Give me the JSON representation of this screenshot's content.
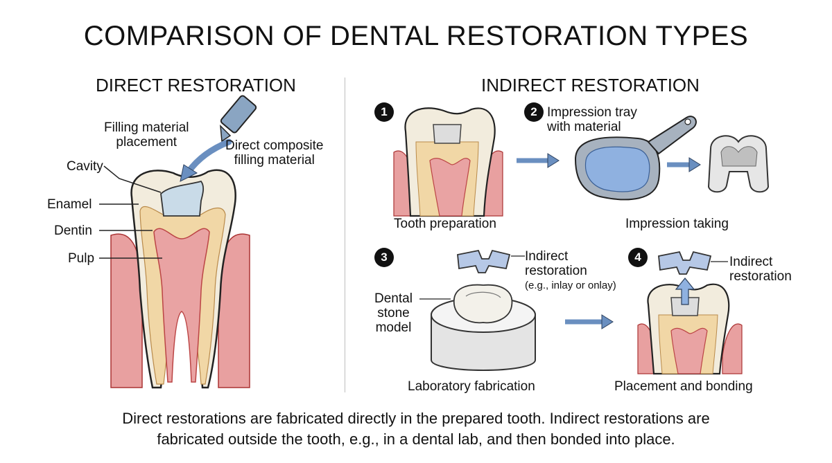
{
  "title": "COMPARISON OF DENTAL RESTORATION TYPES",
  "direct": {
    "heading": "DIRECT RESTORATION",
    "labels": {
      "filling_placement_1": "Filling material",
      "filling_placement_2": "placement",
      "composite_1": "Direct composite",
      "composite_2": "filling material",
      "cavity": "Cavity",
      "enamel": "Enamel",
      "dentin": "Dentin",
      "pulp": "Pulp"
    }
  },
  "indirect": {
    "heading": "INDIRECT RESTORATION",
    "steps": [
      {
        "number": "1",
        "caption": "Tooth preparation"
      },
      {
        "number": "2",
        "caption": "Impression taking",
        "note_1": "Impression tray",
        "note_2": "with material"
      },
      {
        "number": "3",
        "caption": "Laboratory fabrication",
        "model_1": "Dental",
        "model_2": "stone",
        "model_3": "model",
        "resto_1": "Indirect",
        "resto_2": "restoration",
        "resto_3": "(e.g., inlay or onlay)"
      },
      {
        "number": "4",
        "caption": "Placement and bonding",
        "resto_1": "Indirect",
        "resto_2": "restoration"
      }
    ]
  },
  "footer": {
    "line1": "Direct restorations are fabricated directly in the prepared tooth. Indirect restorations are",
    "line2": "fabricated outside the tooth, e.g., in a dental lab, and then bonded into place."
  }
}
